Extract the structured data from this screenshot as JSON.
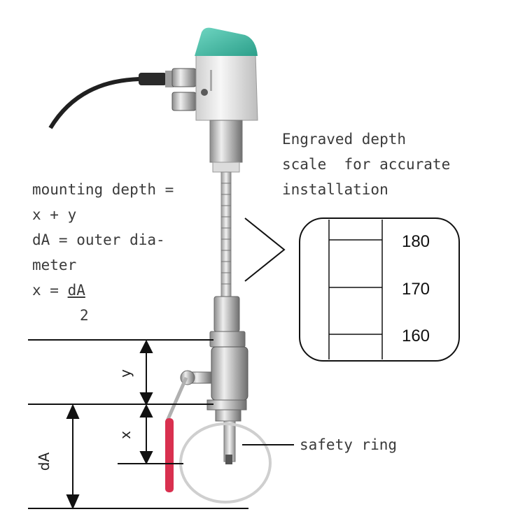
{
  "formula": {
    "line1": "mounting depth =",
    "line2": "x + y",
    "line3": "dA = outer dia-",
    "line4": "meter",
    "line5_prefix": "x = ",
    "line5_numerator": "dA",
    "line6_denominator": "2"
  },
  "scale_note": {
    "line1": "Engraved depth",
    "line2": "scale  for accurate",
    "line3": "installation"
  },
  "scale_marks": [
    "180",
    "170",
    "160"
  ],
  "dimension_labels": {
    "y": "y",
    "x": "x",
    "dA": "dA"
  },
  "safety_ring_label": "safety ring",
  "colors": {
    "sensor_head_teal": "#3fb9a3",
    "handle_red": "#d9304f"
  }
}
